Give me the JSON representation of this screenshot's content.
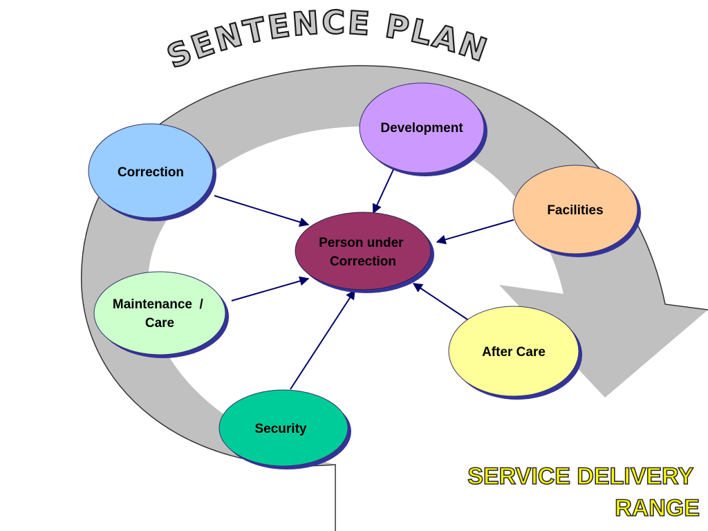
{
  "arc_title": "SENTENCE PLAN",
  "footer": {
    "line1": "SERVICE DELIVERY",
    "line2": "RANGE"
  },
  "center": {
    "line1": "Person under",
    "line2": "Correction",
    "color": "#993366"
  },
  "nodes": {
    "development": {
      "label": "Development",
      "color": "#cc99ff"
    },
    "correction": {
      "label": "Correction",
      "color": "#99ccff"
    },
    "facilities": {
      "label": "Facilities",
      "color": "#ffcc99"
    },
    "maintenance": {
      "line1": "Maintenance  /",
      "line2": "Care",
      "color": "#ccffcc"
    },
    "aftercare": {
      "label": "After Care",
      "color": "#ffff99"
    },
    "security": {
      "label": "Security",
      "color": "#00cc99"
    }
  },
  "colors": {
    "arrow_band": "#c0c0c0",
    "ellipse_shadow": "#333399",
    "title_fill": "#ffff00"
  }
}
